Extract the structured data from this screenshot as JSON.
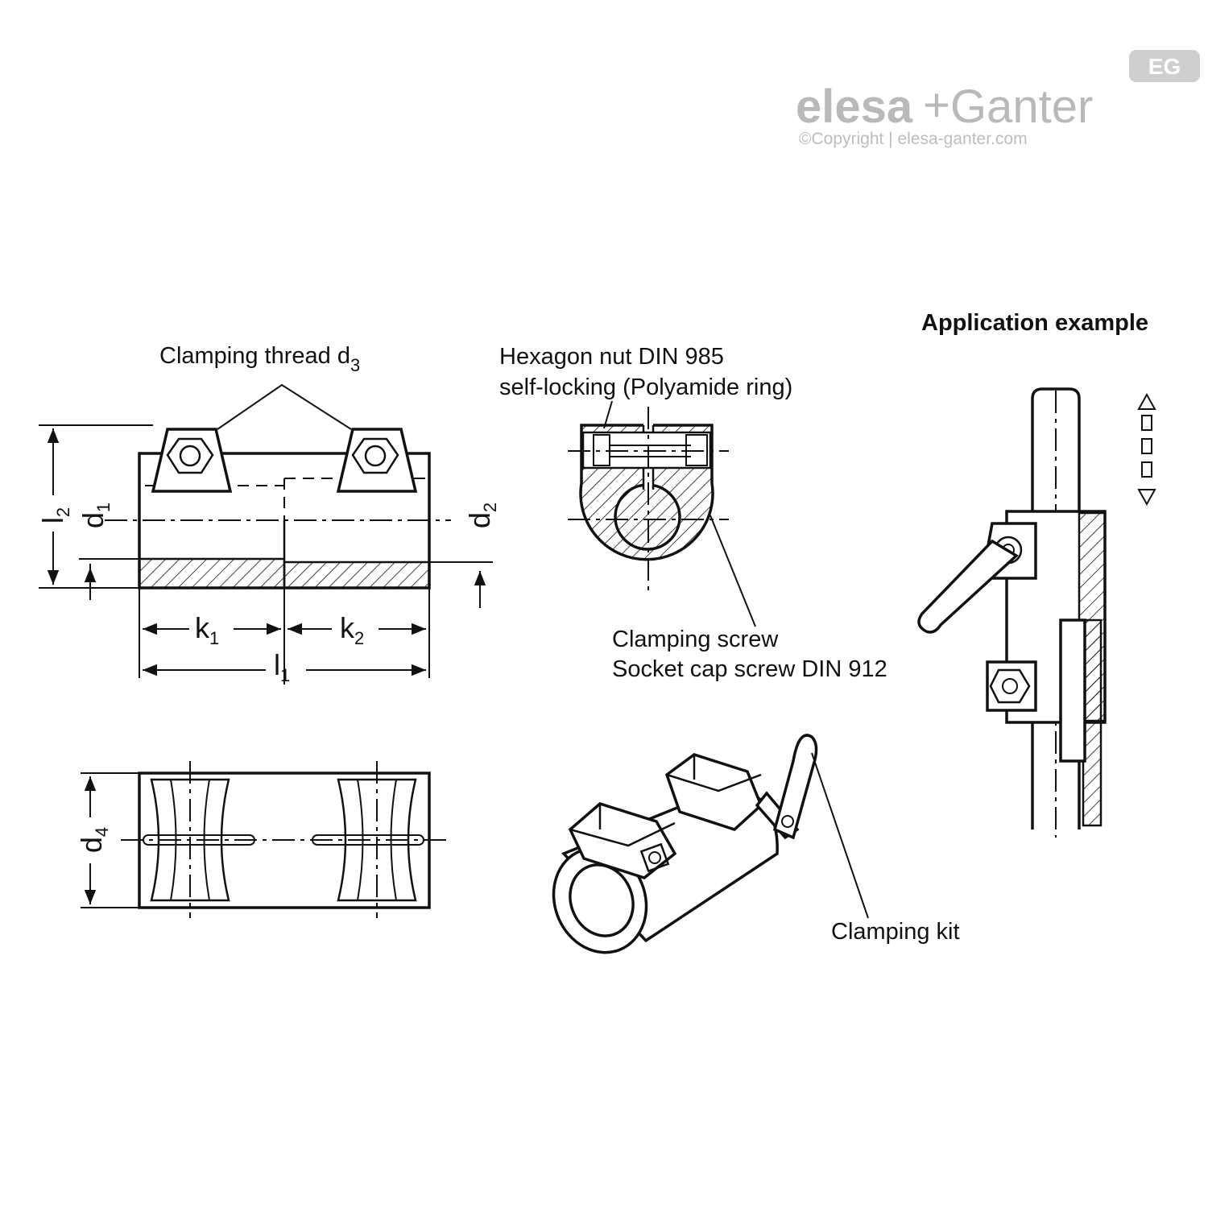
{
  "logo": {
    "brand_left": "elesa",
    "brand_plus": "+",
    "brand_right": "Ganter",
    "badge": "EG",
    "copyright": "©Copyright | elesa-ganter.com"
  },
  "labels": {
    "clamping_thread": "Clamping thread d",
    "clamping_thread_sub": "3",
    "hex_nut_line1": "Hexagon nut  DIN 985",
    "hex_nut_line2": "self-locking (Polyamide ring)",
    "clamping_screw_line1": "Clamping screw",
    "clamping_screw_line2": "Socket cap screw DIN 912",
    "clamping_kit": "Clamping kit",
    "application_example": "Application example"
  },
  "dimensions": {
    "l2": "l",
    "l2_sub": "2",
    "d1": "d",
    "d1_sub": "1",
    "d2": "d",
    "d2_sub": "2",
    "k1": "k",
    "k1_sub": "1",
    "k2": "k",
    "k2_sub": "2",
    "l1": "l",
    "l1_sub": "1",
    "d4": "d",
    "d4_sub": "4"
  },
  "colors": {
    "line": "#111111",
    "logo_grey": "#b9b9b9"
  }
}
